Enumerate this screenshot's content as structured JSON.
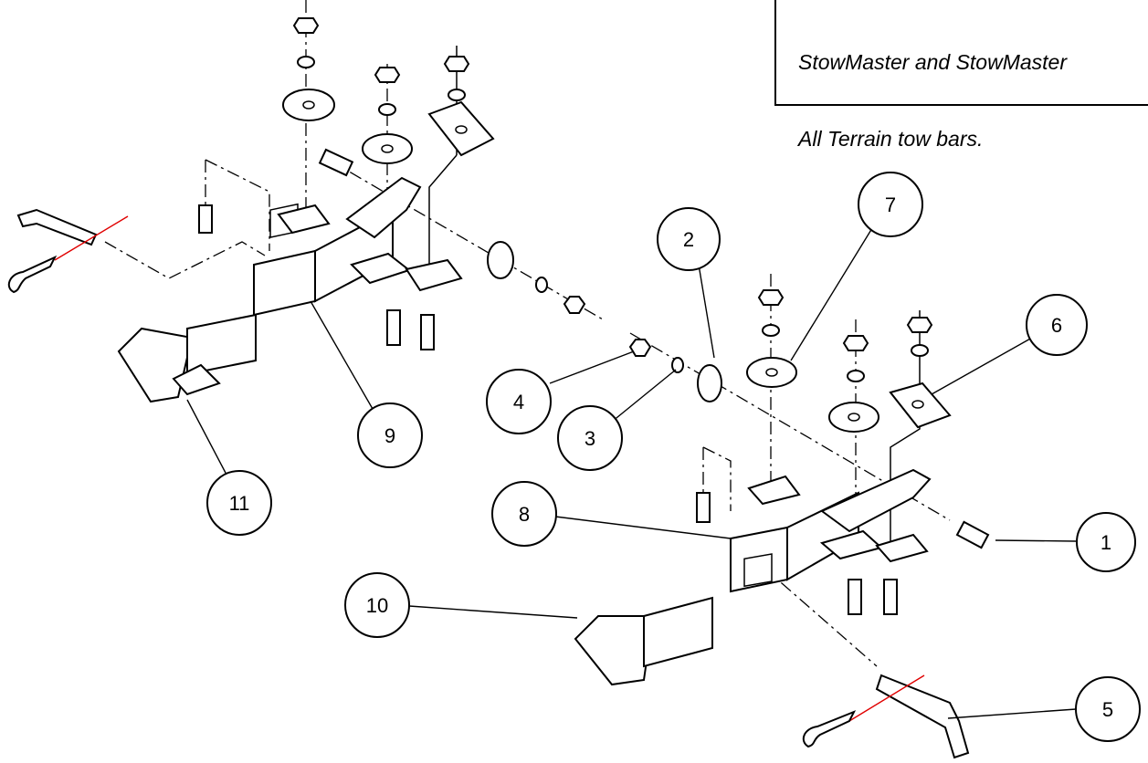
{
  "note": {
    "lines": [
      "StowMaster and StowMaster",
      "All Terrain tow bars."
    ]
  },
  "callouts": [
    {
      "id": "1",
      "label": "1"
    },
    {
      "id": "2",
      "label": "2"
    },
    {
      "id": "3",
      "label": "3"
    },
    {
      "id": "4",
      "label": "4"
    },
    {
      "id": "5",
      "label": "5"
    },
    {
      "id": "6",
      "label": "6"
    },
    {
      "id": "7",
      "label": "7"
    },
    {
      "id": "8",
      "label": "8"
    },
    {
      "id": "9",
      "label": "9"
    },
    {
      "id": "10",
      "label": "10"
    },
    {
      "id": "11",
      "label": "11"
    }
  ]
}
